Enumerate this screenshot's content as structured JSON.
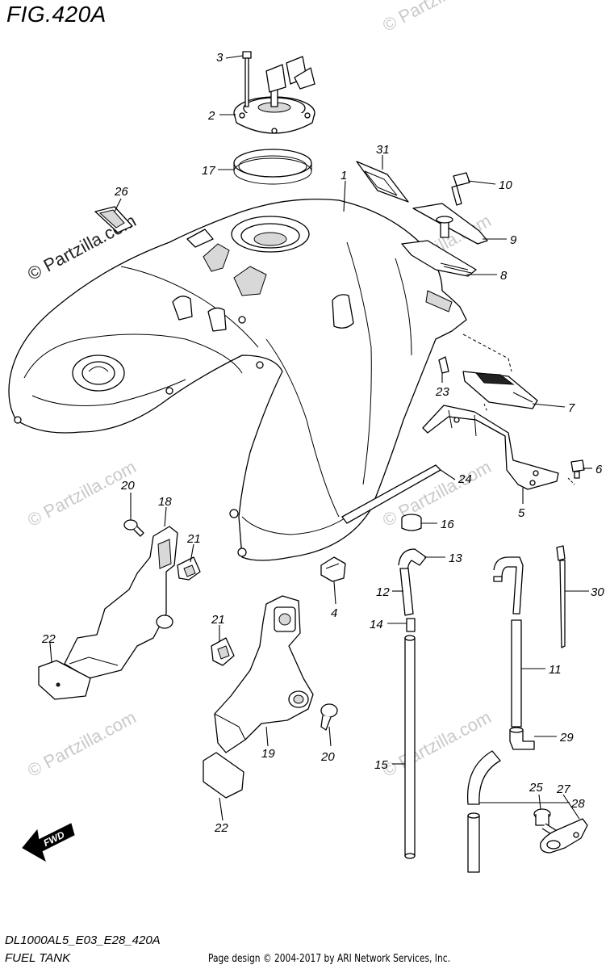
{
  "figure": {
    "title": "FIG.420A",
    "model_code": "DL1000AL5_E03_E28_420A",
    "section_name": "FUEL TANK",
    "credit": "Page design © 2004-2017 by ARI Network Services, Inc.",
    "watermark": "© Partzilla.com",
    "direction_marker": "FWD"
  },
  "callouts": [
    {
      "id": "1"
    },
    {
      "id": "2"
    },
    {
      "id": "3"
    },
    {
      "id": "4"
    },
    {
      "id": "5"
    },
    {
      "id": "6"
    },
    {
      "id": "7"
    },
    {
      "id": "8"
    },
    {
      "id": "9"
    },
    {
      "id": "10"
    },
    {
      "id": "11"
    },
    {
      "id": "12"
    },
    {
      "id": "13"
    },
    {
      "id": "14"
    },
    {
      "id": "15"
    },
    {
      "id": "16"
    },
    {
      "id": "17"
    },
    {
      "id": "18"
    },
    {
      "id": "19"
    },
    {
      "id": "20"
    },
    {
      "id": "20"
    },
    {
      "id": "21"
    },
    {
      "id": "21"
    },
    {
      "id": "22"
    },
    {
      "id": "22"
    },
    {
      "id": "23"
    },
    {
      "id": "24"
    },
    {
      "id": "25"
    },
    {
      "id": "26"
    },
    {
      "id": "27"
    },
    {
      "id": "28"
    },
    {
      "id": "29"
    },
    {
      "id": "30"
    },
    {
      "id": "31"
    }
  ]
}
